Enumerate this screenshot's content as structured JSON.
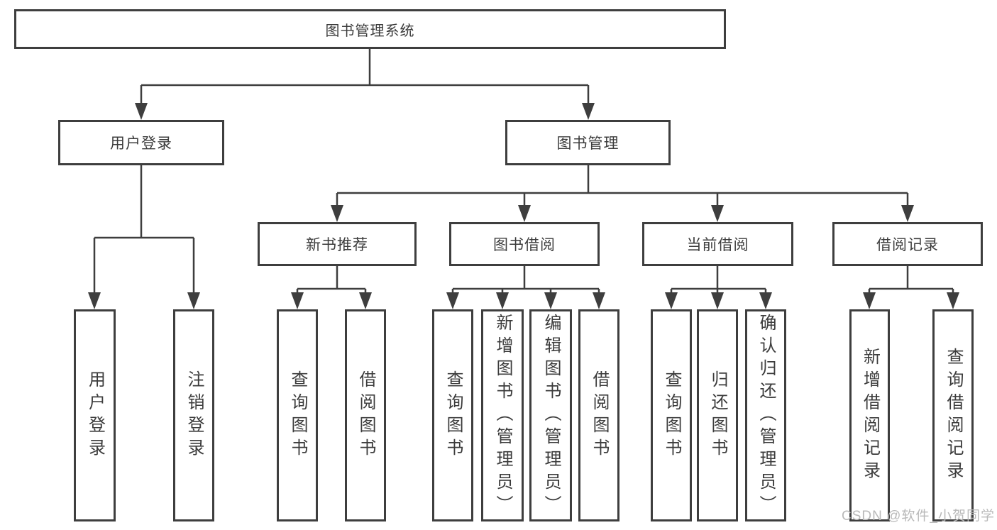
{
  "diagram": {
    "root": {
      "label": "图书管理系统"
    },
    "branches": [
      {
        "label": "用户登录",
        "leaves": [
          "用户登录",
          "注销登录"
        ]
      },
      {
        "label": "图书管理",
        "groups": [
          {
            "label": "新书推荐",
            "leaves": [
              "查询图书",
              "借阅图书"
            ]
          },
          {
            "label": "图书借阅",
            "leaves": [
              "查询图书",
              "新增图书（管理员）",
              "编辑图书（管理员）",
              "借阅图书"
            ]
          },
          {
            "label": "当前借阅",
            "leaves": [
              "查询图书",
              "归还图书",
              "确认归还（管理员）"
            ]
          },
          {
            "label": "借阅记录",
            "leaves": [
              "新增借阅记录",
              "查询借阅记录"
            ]
          }
        ]
      }
    ]
  },
  "watermark": {
    "text": "CSDN @软件_小贺同学"
  },
  "colors": {
    "line": "#3e3e3e",
    "text": "#3c3c3c",
    "background": "#ffffff",
    "watermark": "#b9b9b9"
  }
}
